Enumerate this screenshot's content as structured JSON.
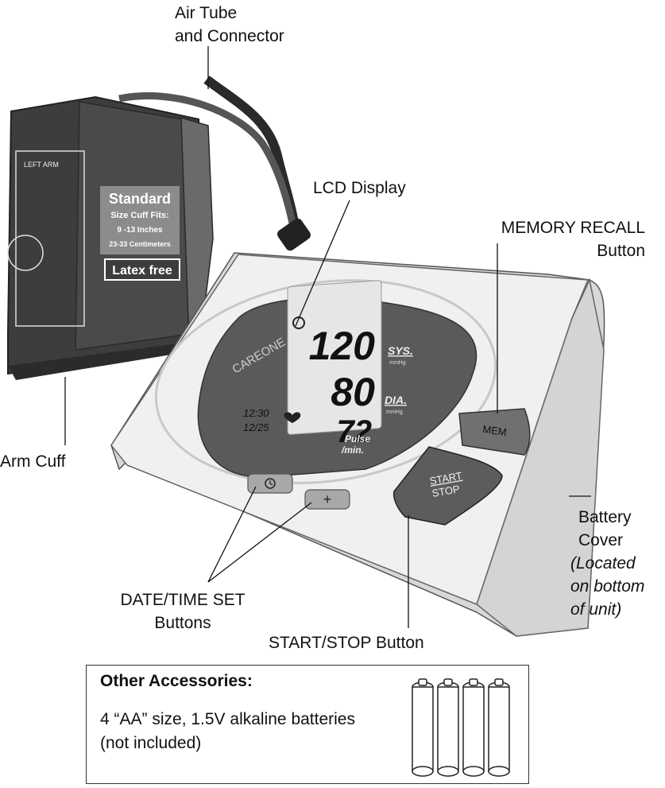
{
  "labels": {
    "air_tube": "Air Tube\nand Connector",
    "lcd_display": "LCD Display",
    "memory_recall": "MEMORY RECALL\nButton",
    "arm_cuff": "Arm Cuff",
    "battery_cover": "Battery\nCover",
    "battery_note": "(Located\non bottom\nof unit)",
    "date_time_set": "DATE/TIME SET\nButtons",
    "start_stop": "START/STOP Button"
  },
  "cuff": {
    "side": "LEFT ARM",
    "brand_title": "Standard",
    "size_line": "Size Cuff Fits:",
    "inches": "9 -13 Inches",
    "cm": "23-33 Centimeters",
    "latex": "Latex free"
  },
  "device": {
    "brand": "CAREONE",
    "lcd": {
      "sys_value": "120",
      "dia_value": "80",
      "pulse_value": "72",
      "time": "12:30",
      "date": "12/25"
    },
    "sys_label": "SYS.",
    "sys_unit": "mmHg",
    "dia_label": "DIA.",
    "dia_unit": "mmHg",
    "pulse_label": "Pulse\n/min.",
    "mem_button": "MEM",
    "start_button": "START",
    "stop_button": "STOP",
    "plus_button": "+"
  },
  "accessories": {
    "title": "Other Accessories:",
    "line1": "4 “AA” size, 1.5V alkaline batteries",
    "line2": "(not included)"
  }
}
